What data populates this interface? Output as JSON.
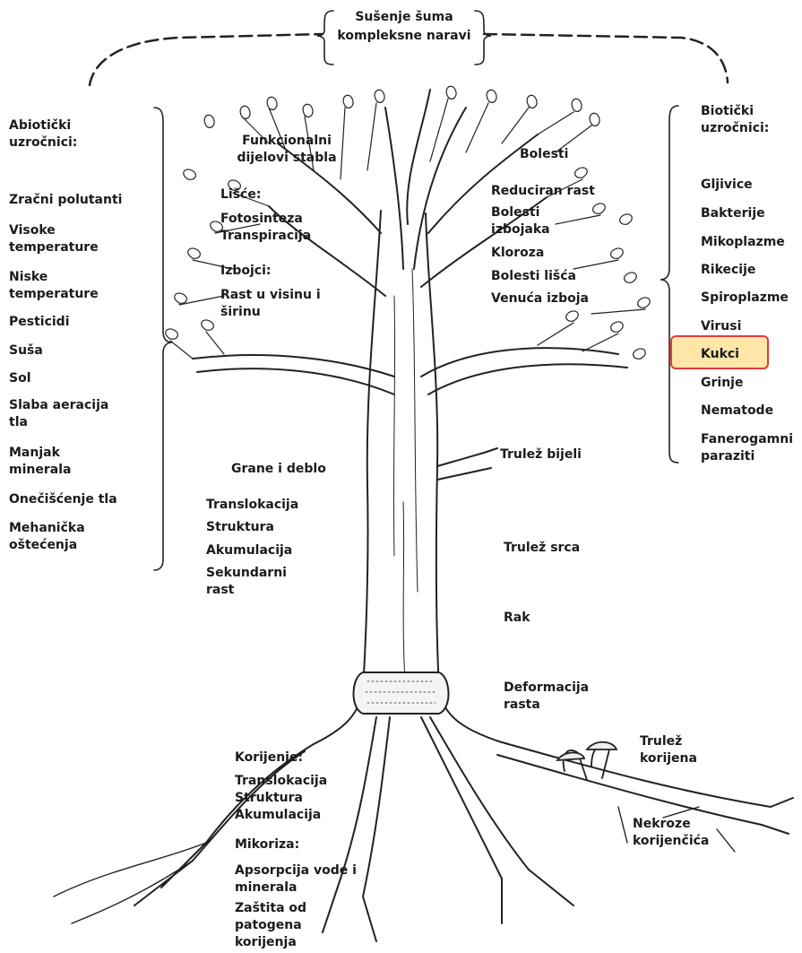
{
  "title": [
    "Sušenje šuma",
    "kompleksne naravi"
  ],
  "abiotic": {
    "heading": [
      "Abiotički",
      "uzročnici:"
    ],
    "items": [
      [
        "Zračni polutanti"
      ],
      [
        "Visoke",
        "temperature"
      ],
      [
        "Niske",
        "temperature"
      ],
      [
        "Pesticidi"
      ],
      [
        "Suša"
      ],
      [
        "Sol"
      ],
      [
        "Slaba aeracija",
        "tla"
      ],
      [
        "Manjak",
        "minerala"
      ],
      [
        "Onečišćenje tla"
      ],
      [
        "Mehanička",
        "oštećenja"
      ]
    ]
  },
  "biotic": {
    "heading": [
      "Biotički",
      "uzročnici:"
    ],
    "items": [
      [
        "Gljivice"
      ],
      [
        "Bakterije"
      ],
      [
        "Mikoplazme"
      ],
      [
        "Rikecije"
      ],
      [
        "Spiroplazme"
      ],
      [
        "Virusi"
      ],
      [
        "Kukci"
      ],
      [
        "Grinje"
      ],
      [
        "Nematode"
      ],
      [
        "Fanerogamni",
        "paraziti"
      ]
    ],
    "highlighted": "Kukci",
    "highlight_fill": "#fde6a8",
    "highlight_border": "#e23b3b"
  },
  "functional": {
    "heading": [
      "Funkcionalni",
      "dijelovi stabla"
    ],
    "leaves_heading": "Lišće:",
    "leaves_items": [
      "Fotosinteza",
      "Transpiracija"
    ],
    "shoots_heading": "Izbojci:",
    "shoots_items": [
      "Rast u visinu i",
      "širinu"
    ]
  },
  "diseases": {
    "heading": "Bolesti",
    "items": [
      [
        "Reduciran rast"
      ],
      [
        "Bolesti",
        "izbojaka"
      ],
      [
        "Kloroza"
      ],
      [
        "Bolesti lišća"
      ],
      [
        "Venuća izboja"
      ]
    ]
  },
  "trunk": {
    "heading": "Grane i deblo",
    "items": [
      "Translokacija",
      "Struktura",
      "Akumulacija",
      "Sekundarni",
      "rast"
    ]
  },
  "trunk_damage": {
    "white_rot": "Trulež bijeli",
    "heart_rot": "Trulež srca",
    "canker": "Rak",
    "deformation": [
      "Deformacija",
      "rasta"
    ]
  },
  "roots": {
    "heading": "Korijenje:",
    "items": [
      "Translokacija",
      "Struktura",
      "Akumulacija"
    ],
    "mycorrhiza_heading": "Mikoriza:",
    "mycorrhiza_items": [
      "Apsorpcija vode i",
      "minerala",
      "Zaštita od",
      "patogena",
      "korijenja"
    ]
  },
  "root_damage": {
    "root_rot": [
      "Trulež",
      "korijena"
    ],
    "rootlet_necrosis": [
      "Nekroze",
      "korijenčića"
    ]
  },
  "colors": {
    "ink": "#1b1b1b",
    "background": "#ffffff"
  }
}
